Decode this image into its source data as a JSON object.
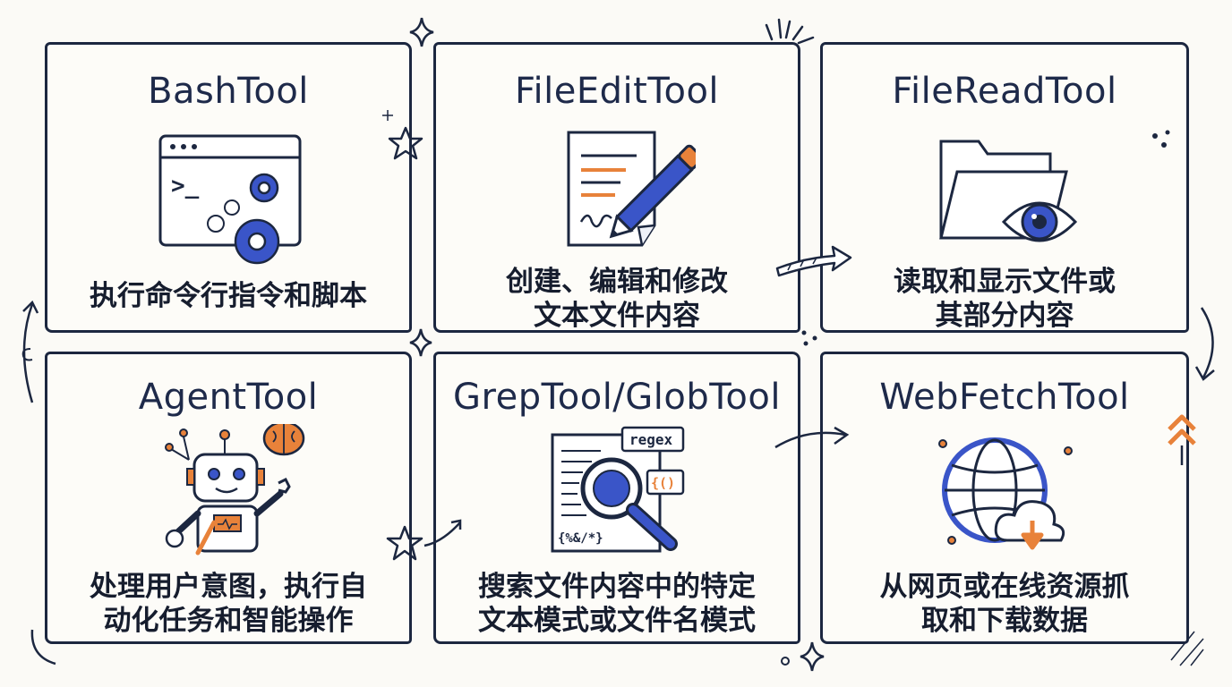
{
  "cards": [
    {
      "name": "BashTool",
      "desc": [
        "执行命令行指令和脚本"
      ]
    },
    {
      "name": "FileEditTool",
      "desc": [
        "创建、编辑和修改",
        "文本文件内容"
      ]
    },
    {
      "name": "FileReadTool",
      "desc": [
        "读取和显示文件或",
        "其部分内容"
      ]
    },
    {
      "name": "AgentTool",
      "desc": [
        "处理用户意图，执行自",
        "动化任务和智能操作"
      ]
    },
    {
      "name": "GrepTool/GlobTool",
      "desc": [
        "搜索文件内容中的特定",
        "文本模式或文件名模式"
      ]
    },
    {
      "name": "WebFetchTool",
      "desc": [
        "从网页或在线资源抓",
        "取和下载数据"
      ]
    }
  ],
  "icon_labels": {
    "terminal_prompt": ">_",
    "regex": "regex",
    "braces": "{()",
    "glob_pattern": "{%&/*}"
  },
  "icons": [
    "terminal-gears-icon",
    "document-pencil-icon",
    "folder-eye-icon",
    "robot-brain-icon",
    "magnifier-regex-icon",
    "globe-cloud-download-icon"
  ],
  "colors": {
    "ink": "#1c2740",
    "blue": "#3a55c8",
    "orange": "#e8823a",
    "paper": "#fbfaf6"
  }
}
